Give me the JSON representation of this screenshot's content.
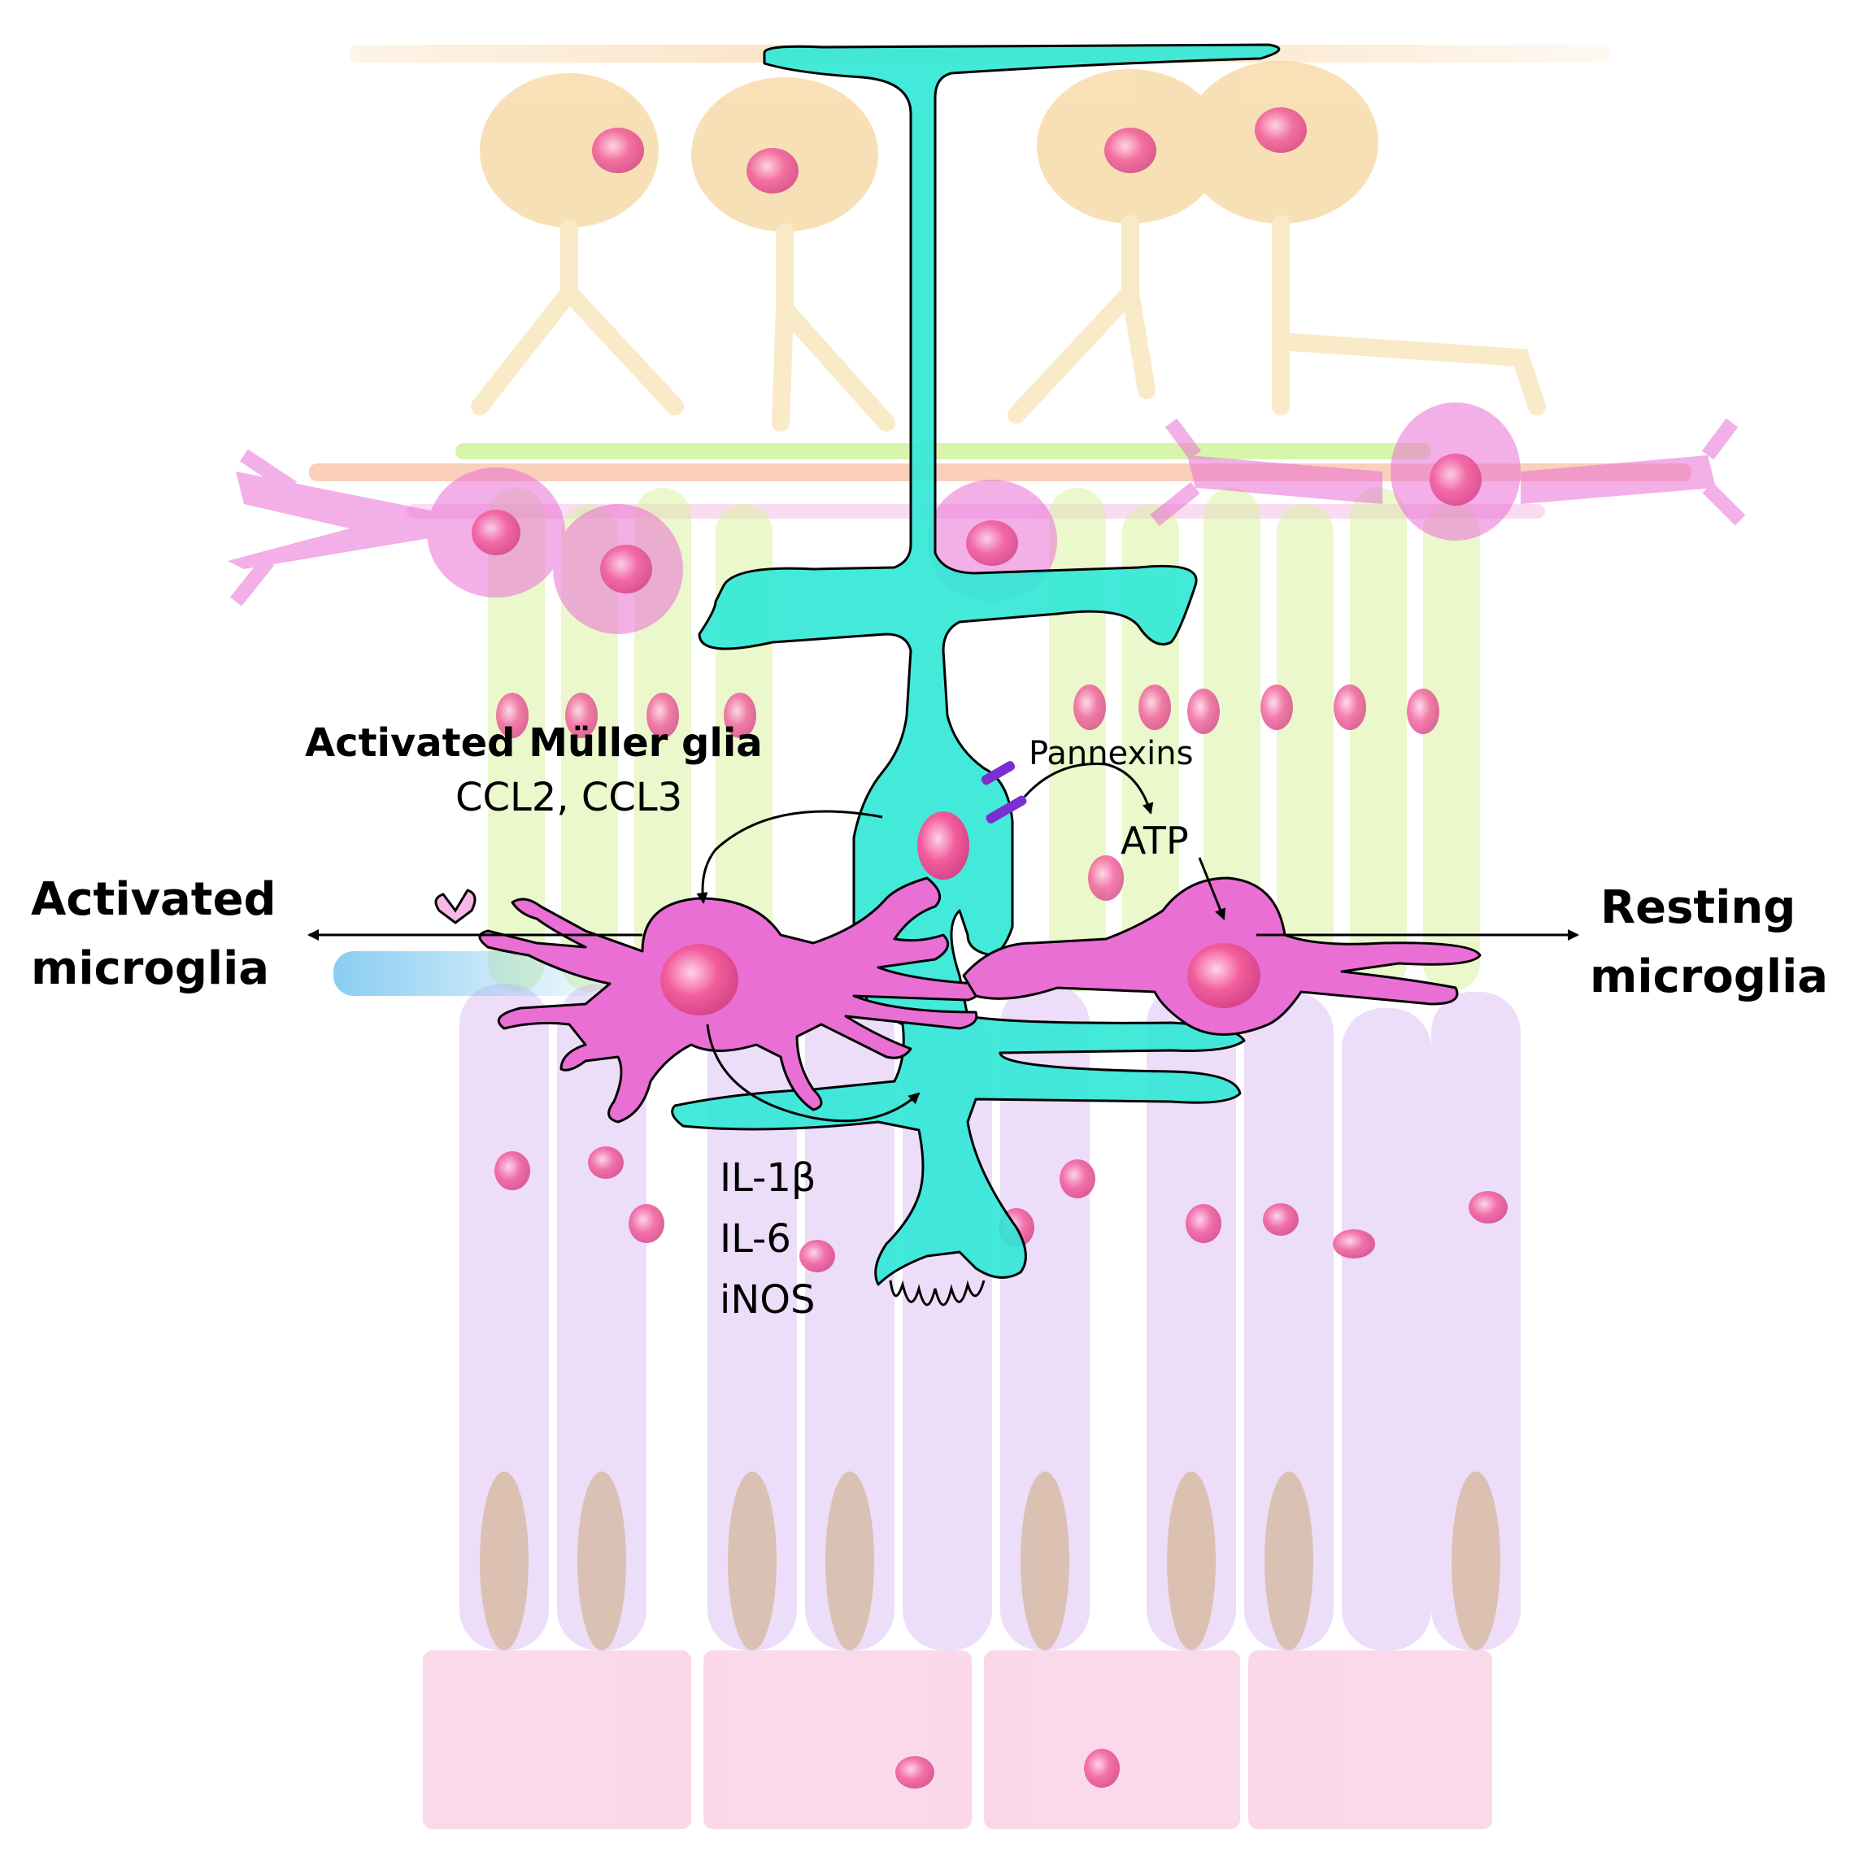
{
  "labels": {
    "activated_muller_glia": "Activated Müller glia",
    "ccl": "CCL2, CCL3",
    "pannexins": "Pannexins",
    "atp": "ATP",
    "activated_microglia_line1": "Activated",
    "activated_microglia_line2": "microglia",
    "resting_microglia_line1": "Resting",
    "resting_microglia_line2": "microglia",
    "il1b": "IL-1β",
    "il6": "IL-6",
    "inos": "iNOS"
  },
  "colors": {
    "muller_glia": "#2fe8d6",
    "microglia": "#ea6fd4",
    "ganglion_cells": "#f7d48a",
    "bipolar_cells": "#d9f5a0",
    "photoreceptors": "#d9b8f0",
    "rpe": "#f7c1dd",
    "nucleus": "#f25d9c",
    "pannexin": "#7b2fd0"
  }
}
